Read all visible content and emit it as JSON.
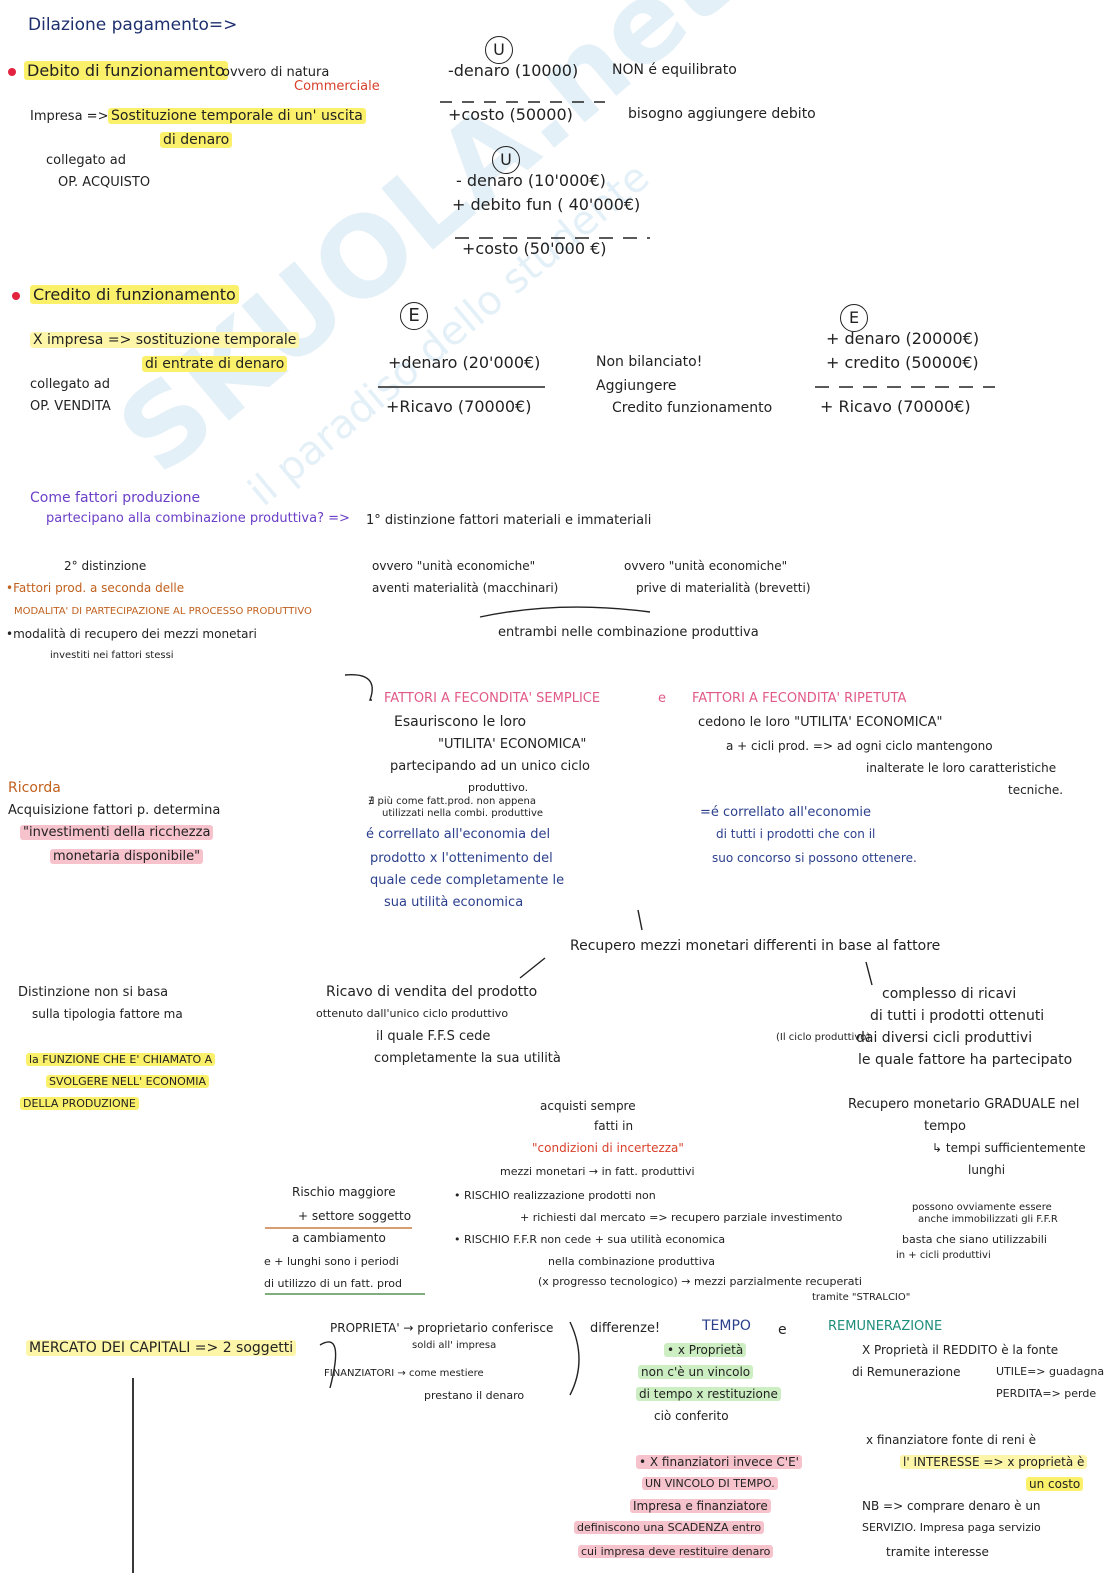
{
  "title": "Dilazione pagamento=>",
  "watermark": {
    "main": "SKUOLA.net",
    "sub": "il paradiso dello studente"
  },
  "debito": {
    "heading": "Debito di funzionamento",
    "ovvero": "ovvero di natura",
    "commerciale": "Commerciale",
    "impresa": "Impresa =>",
    "sostituzione1": "Sostituzione temporale di un' uscita",
    "sostituzione2": "di denaro",
    "collegato1": "collegato ad",
    "collegato2": "OP. ACQUISTO",
    "circle1": "U",
    "row1": "-denaro (10000)",
    "row2": "+costo (50000)",
    "non_eq": "NON é equilibrato",
    "bisogno": "bisogno aggiungere debito",
    "circle2": "U",
    "row3": "- denaro (10'000€)",
    "row4": "+ debito fun ( 40'000€)",
    "row5": "+costo (50'000 €)"
  },
  "credito": {
    "heading": "Credito di funzionamento",
    "impresa1": "X impresa => sostituzione temporale",
    "impresa2": "di entrate di denaro",
    "collegato1": "collegato ad",
    "collegato2": "OP. VENDITA",
    "circle1": "E",
    "row1": "+denaro (20'000€)",
    "row2": "+Ricavo (70000€)",
    "non_bil1": "Non bilanciato!",
    "non_bil2": "Aggiungere",
    "non_bil3": "Credito funzionamento",
    "circle2": "E",
    "row3": "+ denaro (20000€)",
    "row4": "+ credito (50000€)",
    "row5": "+ Ricavo (70000€)"
  },
  "fattori": {
    "domanda1": "Come fattori produzione",
    "domanda2": "partecipano alla combinazione produttiva? =>",
    "dist1": "1° distinzione fattori materiali e immateriali",
    "mat1": "ovvero \"unità economiche\"",
    "mat2": "aventi materialità (macchinari)",
    "imm1": "ovvero \"unità economiche\"",
    "imm2": "prive di materialità (brevetti)",
    "entrambi": "entrambi nelle combinazione produttiva",
    "dist2": "2° distinzione",
    "fp1": "•Fattori prod. a seconda delle",
    "fp2": "MODALITA' DI PARTECIPAZIONE AL PROCESSO PRODUTTIVO",
    "fp3": "•modalità di recupero dei mezzi monetari",
    "fp4": "investiti nei fattori stessi",
    "semplice_title": "FATTORI A FECONDITA' SEMPLICE",
    "e": "e",
    "ripetuta_title": "FATTORI A FECONDITA' RIPETUTA",
    "s1": "Esauriscono le loro",
    "s2": "\"UTILITA' ECONOMICA\"",
    "s3": "partecipando ad un unico ciclo",
    "s4": "produttivo.",
    "s5": "∄ più come fatt.prod. non appena",
    "s6": "utilizzati nella combi. produttive",
    "s7": "é correllato all'economia del",
    "s8": "prodotto x l'ottenimento del",
    "s9": "quale cede completamente le",
    "s10": "sua utilità economica",
    "r1": "cedono le loro \"UTILITA' ECONOMICA\"",
    "r2": "a + cicli prod. => ad ogni ciclo mantengono",
    "r3": "inalterate le loro caratteristiche",
    "r4": "tecniche.",
    "r5": "=é correllato all'economie",
    "r6": "di tutti i prodotti che con il",
    "r7": "suo concorso si possono ottenere.",
    "ricorda": "Ricorda",
    "acq1": "Acquisizione fattori p. determina",
    "acq2": "\"investimenti della ricchezza",
    "acq3": "monetaria disponibile\""
  },
  "recupero": {
    "head": "Recupero mezzi monetari differenti in base al fattore",
    "dist1": "Distinzione non si basa",
    "dist2": "sulla tipologia fattore ma",
    "dist3": "la FUNZIONE CHE E' CHIAMATO A",
    "dist4": "SVOLGERE NELL' ECONOMIA",
    "dist5": "DELLA PRODUZIONE",
    "ricavo1": "Ricavo di vendita del prodotto",
    "ricavo2": "ottenuto dall'unico ciclo produttivo",
    "ricavo3": "il quale F.F.S cede",
    "ricavo4": "completamente la sua utilità",
    "compl1": "complesso di ricavi",
    "compl2": "di tutti i prodotti ottenuti",
    "compl3": "(Il ciclo produttivo)",
    "compl4": "dai diversi cicli produttivi",
    "compl5": "le quale fattore ha partecipato",
    "acq1": "acquisti sempre",
    "acq2": "fatti in",
    "acq3": "\"condizioni di incertezza\"",
    "acq4": "mezzi monetari → in fatt. produttivi",
    "rischio_r1": "• RISCHIO realizzazione prodotti non",
    "rischio_r2": "+ richiesti dal mercato => recupero parziale investimento",
    "rischio_f1": "• RISCHIO F.F.R non cede + sua utilità economica",
    "rischio_f2": "nella combinazione produttiva",
    "rischio_f3": "(x progresso tecnologico) → mezzi parzialmente recuperati",
    "rischio_f4": "tramite \"STRALCIO\"",
    "mag1": "Rischio maggiore",
    "mag2": "+ settore soggetto",
    "mag3": "a cambiamento",
    "mag4": "e + lunghi sono i periodi",
    "mag5": "di utilizzo di un fatt. prod",
    "grad1": "Recupero monetario GRADUALE nel",
    "grad2": "tempo",
    "grad3": "↳ tempi sufficientemente",
    "grad4": "lunghi",
    "grad5": "possono ovviamente essere",
    "grad6": "anche immobilizzati gli F.F.R",
    "grad7": "basta che siano utilizzabili",
    "grad8": "in + cicli produttivi"
  },
  "mercato": {
    "head": "MERCATO DEI CAPITALI => 2 soggetti",
    "prop1": "PROPRIETA' → proprietario conferisce",
    "prop2": "soldi all' impresa",
    "fin1": "FINANZIATORI → come mestiere",
    "fin2": "prestano il denaro",
    "diff": "differenze!",
    "tempo": "TEMPO",
    "e": "e",
    "remun": "REMUNERAZIONE",
    "t1": "• x Proprietà",
    "t2": "non c'è un vincolo",
    "t3": "di tempo x restituzione",
    "t4": "ciò conferito",
    "t5": "• X finanziatori invece C'E'",
    "t6": "UN VINCOLO DI TEMPO.",
    "t7": "Impresa e finanziatore",
    "t8": "definiscono una SCADENZA entro",
    "t9": "cui impresa deve restituire denaro",
    "r1": "X Proprietà il REDDITO è la fonte",
    "r2": "di Remunerazione",
    "r3": "UTILE=> guadagna",
    "r4": "PERDITA=> perde",
    "r5": "x finanziatore fonte di reni è",
    "r6": "l' INTERESSE => x proprietà è",
    "r7": "un costo",
    "r8": "NB => comprare denaro è un",
    "r9": "SERVIZIO. Impresa paga servizio",
    "r10": "tramite interesse"
  }
}
